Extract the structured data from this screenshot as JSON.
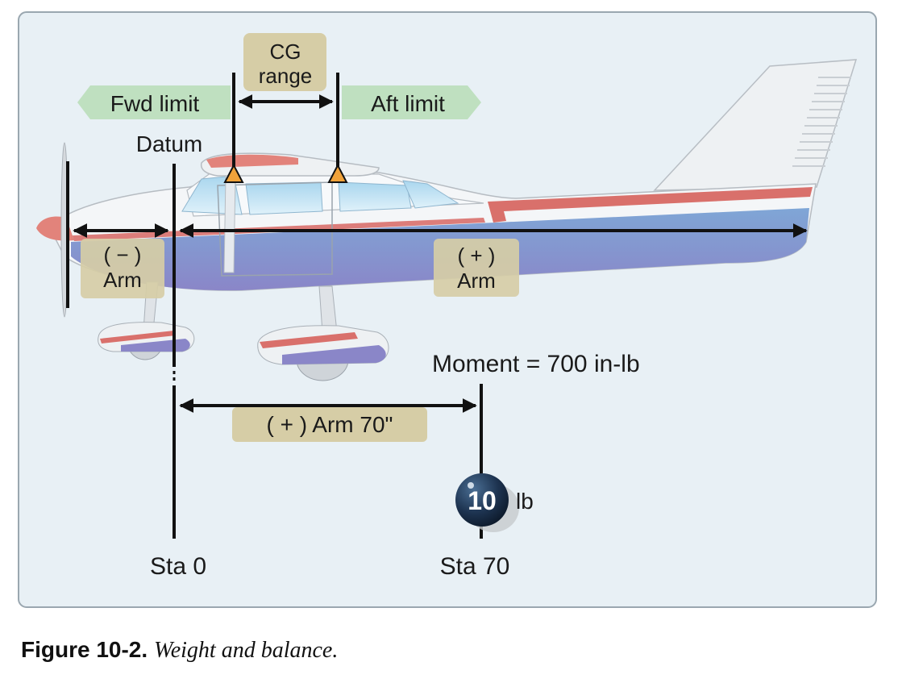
{
  "diagram": {
    "cg_range_line1": "CG",
    "cg_range_line2": "range",
    "fwd_limit": "Fwd limit",
    "aft_limit": "Aft limit",
    "datum": "Datum",
    "neg_arm_sign": "( − )",
    "neg_arm_label": "Arm",
    "pos_arm_sign": "( + )",
    "pos_arm_label": "Arm",
    "moment": "Moment = 700 in-lb",
    "arm_70": "( + ) Arm 70\"",
    "weight_value": "10",
    "weight_unit": "lb",
    "sta_0": "Sta 0",
    "sta_70": "Sta 70"
  },
  "caption": {
    "figure": "Figure 10-2.",
    "text": "Weight and balance."
  },
  "colors": {
    "panel_bg": "#e8f0f5",
    "panel_border": "#9aa7b0",
    "green_tag": "#bfe0c0",
    "tan_tag": "#d6cda6",
    "fuselage_blue": "#6f99cc",
    "stripe_red": "#d9706b",
    "weight_ball": "#1d3350"
  }
}
